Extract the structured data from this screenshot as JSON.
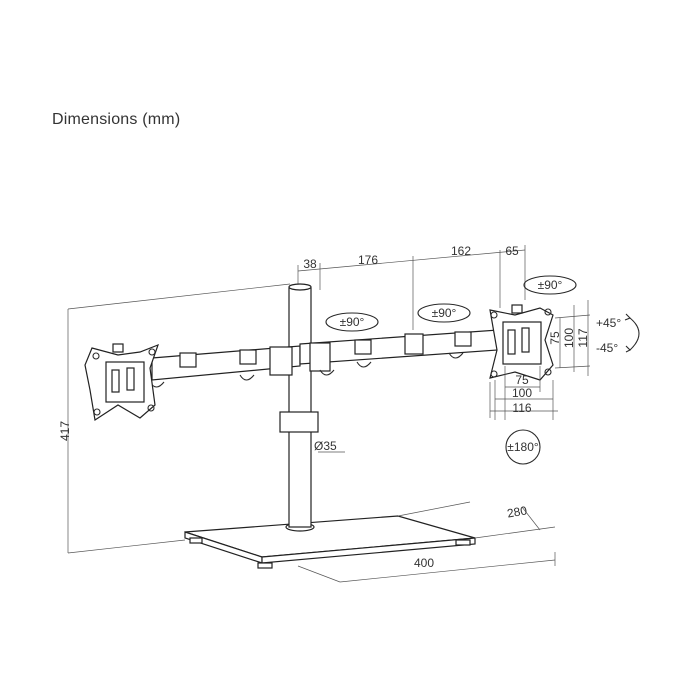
{
  "title": "Dimensions (mm)",
  "dims": {
    "pole_offset": "38",
    "arm_left": "176",
    "arm_right": "162",
    "arm_end": "65",
    "height": "417",
    "pole_diameter": "Ø35",
    "base_width": "400",
    "base_depth": "280",
    "vesa_75": "75",
    "vesa_100": "100",
    "vesa_116": "116",
    "vesa_v75": "75",
    "vesa_v100": "100",
    "vesa_v117": "117",
    "tilt_up": "+45°",
    "tilt_down": "-45°",
    "swivel_left": "±90°",
    "swivel_mid": "±90°",
    "swivel_right": "±90°",
    "rotate": "±180°"
  },
  "colors": {
    "line": "#2a2a2a",
    "text": "#333333"
  }
}
